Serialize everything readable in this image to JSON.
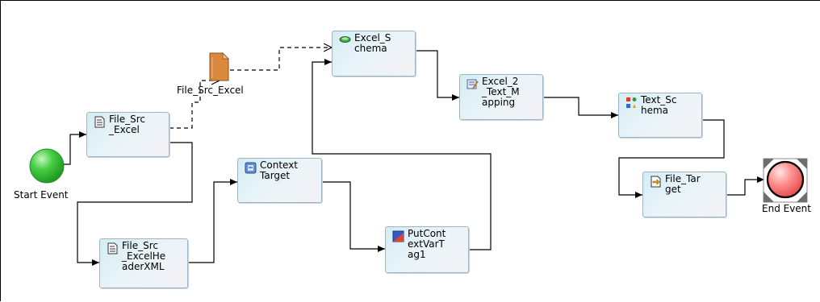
{
  "diagram": {
    "start_event": {
      "label": "Start Event"
    },
    "end_event": {
      "label": "End Event"
    },
    "data_object": {
      "label": "File_Src_Excel",
      "icon": "document-icon"
    },
    "nodes": [
      {
        "id": "file_src_excel",
        "label": "File_Src\n_Excel",
        "icon": "file-source-icon"
      },
      {
        "id": "file_src_excelheaderxml",
        "label": "File_Src\n_ExcelHe\naderXML",
        "icon": "file-source-icon"
      },
      {
        "id": "context_target",
        "label": "Context\nTarget",
        "icon": "context-icon"
      },
      {
        "id": "putcontextvartag1",
        "label": "PutCont\nextVarT\nag1",
        "icon": "put-context-icon"
      },
      {
        "id": "excel_schema",
        "label": "Excel_S\nchema",
        "icon": "schema-icon"
      },
      {
        "id": "excel_2_text_mapping",
        "label": "Excel_2\n_Text_M\napping",
        "icon": "mapping-icon"
      },
      {
        "id": "text_schema",
        "label": "Text_Sc\nhema",
        "icon": "text-schema-icon"
      },
      {
        "id": "file_target",
        "label": "File_Tar\nget",
        "icon": "file-target-icon"
      }
    ],
    "colors": {
      "start_event": "#3cc83c",
      "end_event": "#ff8080",
      "node_fill": "#d4ecf4",
      "wire": "#000000"
    }
  }
}
